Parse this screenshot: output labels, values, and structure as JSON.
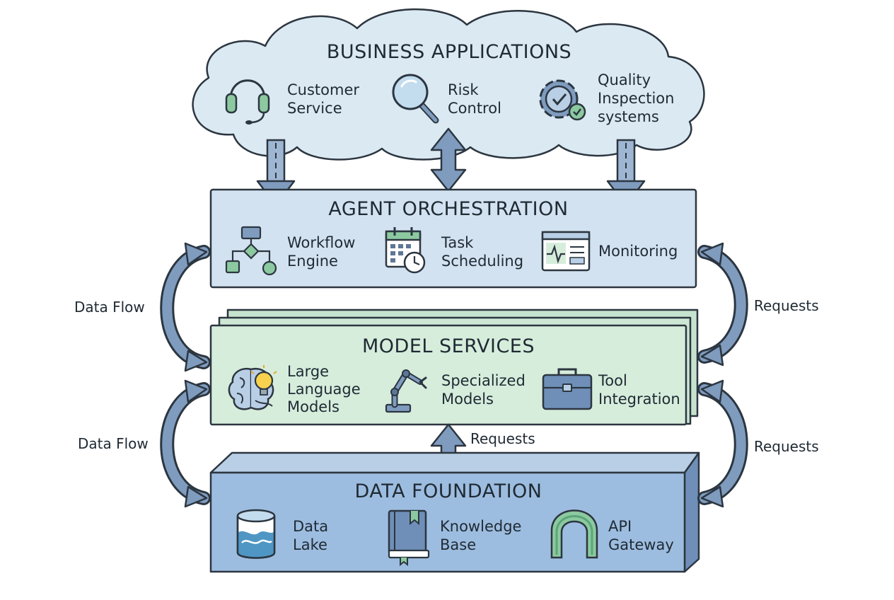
{
  "layers": {
    "business": {
      "title": "BUSINESS APPLICATIONS",
      "items": [
        {
          "icon": "headset-icon",
          "lines": [
            "Customer",
            "Service"
          ]
        },
        {
          "icon": "magnifier-icon",
          "lines": [
            "Risk",
            "Control"
          ]
        },
        {
          "icon": "gear-check-icon",
          "lines": [
            "Quality",
            "Inspection",
            "systems"
          ]
        }
      ]
    },
    "agent": {
      "title": "AGENT ORCHESTRATION",
      "items": [
        {
          "icon": "workflow-icon",
          "lines": [
            "Workflow",
            "Engine"
          ]
        },
        {
          "icon": "calendar-clock-icon",
          "lines": [
            "Task",
            "Scheduling"
          ]
        },
        {
          "icon": "monitor-pulse-icon",
          "lines": [
            "Monitoring"
          ]
        }
      ]
    },
    "model": {
      "title": "MODEL SERVICES",
      "items": [
        {
          "icon": "brain-bulb-icon",
          "lines": [
            "Large",
            "Language",
            "Models"
          ]
        },
        {
          "icon": "robot-arm-icon",
          "lines": [
            "Specialized",
            "Models"
          ]
        },
        {
          "icon": "toolbox-icon",
          "lines": [
            "Tool",
            "Integration"
          ]
        }
      ]
    },
    "data": {
      "title": "DATA FOUNDATION",
      "items": [
        {
          "icon": "data-lake-icon",
          "lines": [
            "Data",
            "Lake"
          ]
        },
        {
          "icon": "book-icon",
          "lines": [
            "Knowledge",
            "Base"
          ]
        },
        {
          "icon": "gateway-arch-icon",
          "lines": [
            "API",
            "Gateway"
          ]
        }
      ]
    }
  },
  "connectors": {
    "left_upper": "Data Flow",
    "left_lower": "Data Flow",
    "right_upper": "Requests",
    "right_lower": "Requests",
    "center_lower": "Requests"
  },
  "colors": {
    "cloud": "#dbe9f3",
    "agent": "#d3e2f1",
    "model": "#d7eddc",
    "data": "#9dbde0",
    "arrow": "#7f9cbf",
    "green_accent": "#8cc9a0",
    "ink": "#2c3640"
  }
}
